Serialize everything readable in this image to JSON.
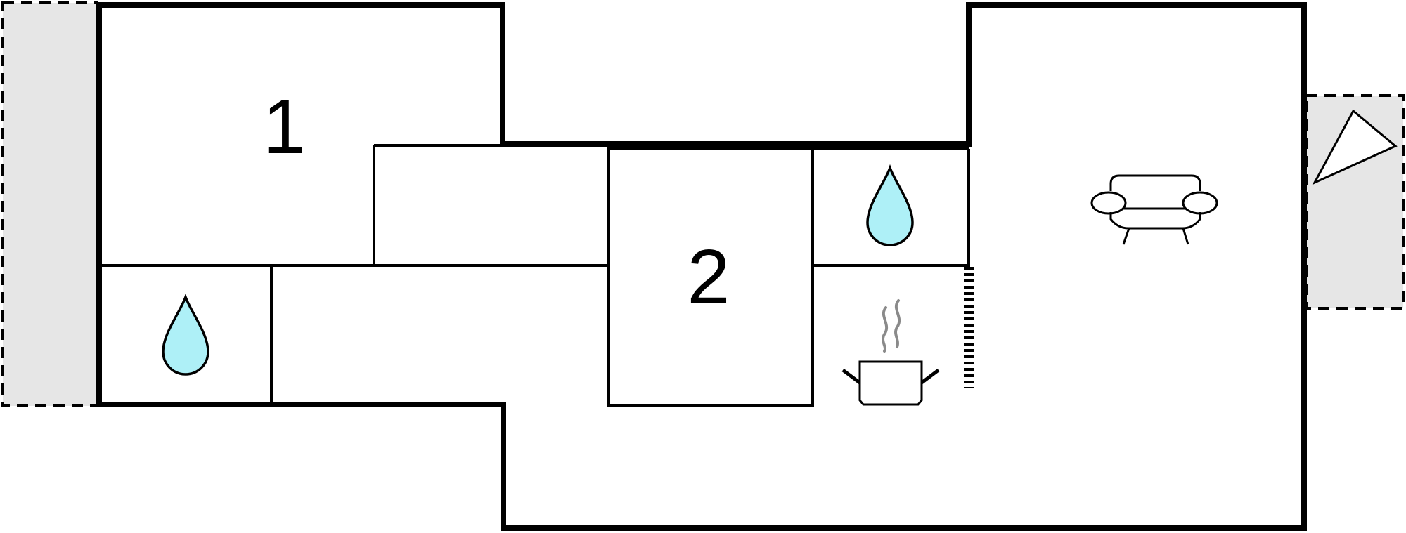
{
  "floorplan": {
    "rooms": [
      {
        "id": "bedroom-1",
        "label": "1"
      },
      {
        "id": "bedroom-2",
        "label": "2"
      }
    ],
    "icons": {
      "bathroom": "water-drop-icon",
      "kitchen": "cooking-pot-icon",
      "living": "sofa-icon",
      "terrace": "terrace-triangle-icon"
    },
    "colors": {
      "water_drop": "#aef0f7",
      "terrace": "#e6e6e6",
      "steam": "#8a8a8a",
      "wall": "#000000"
    }
  }
}
